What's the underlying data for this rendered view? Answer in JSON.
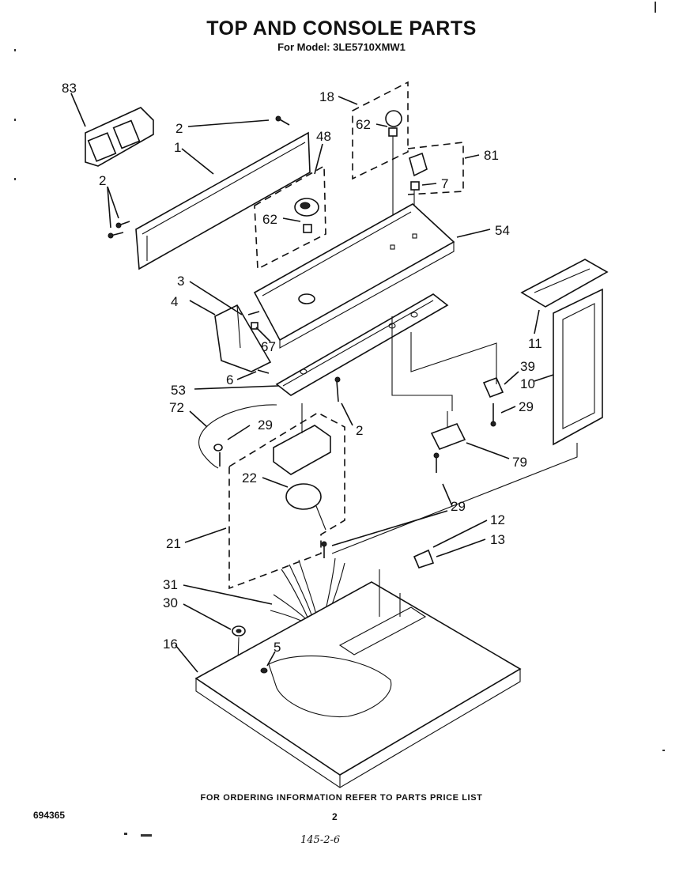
{
  "header": {
    "title": "TOP AND CONSOLE PARTS",
    "subtitle": "For Model: 3LE5710XMW1"
  },
  "callouts": {
    "c83": "83",
    "c2a": "2",
    "c1": "1",
    "c48": "48",
    "c18": "18",
    "c62a": "62",
    "c81": "81",
    "c7": "7",
    "c2b": "2",
    "c62b": "62",
    "c54": "54",
    "c3": "3",
    "c4": "4",
    "c67": "67",
    "c11": "11",
    "c6": "6",
    "c39": "39",
    "c10": "10",
    "c53": "53",
    "c72": "72",
    "c29a": "29",
    "c29b": "29",
    "c2c": "2",
    "c22": "22",
    "c79": "79",
    "c29c": "29",
    "c12": "12",
    "c21": "21",
    "c13": "13",
    "c31": "31",
    "c30": "30",
    "c16": "16",
    "c5": "5"
  },
  "footer": {
    "note": "FOR ORDERING INFORMATION REFER TO PARTS PRICE LIST",
    "doc_number": "694365",
    "page_number": "2",
    "handwritten": "145-2-6"
  }
}
